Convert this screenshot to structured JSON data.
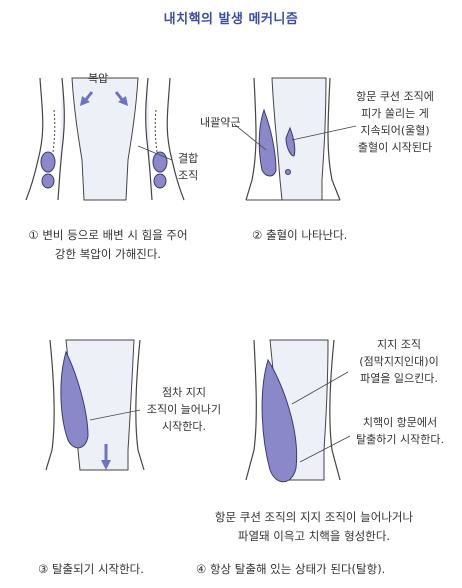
{
  "title": "내치핵의 발생 메커니즘",
  "colors": {
    "title": "#3a4fa8",
    "tissue": "#8a88c8",
    "tissue_stroke": "#3c3a70",
    "wall_fill": "#eef0f8",
    "line": "#444444",
    "arrow": "#6d72c2"
  },
  "panel1": {
    "label_pressure": "복압",
    "label_connective": [
      "결합",
      "조직"
    ],
    "caption": [
      "① 변비 등으로 배변 시 힘을 주어",
      "강한 복압이 가해진다."
    ]
  },
  "panel2": {
    "label_sphincter": "내괄약근",
    "label_bleeding": [
      "항문 쿠션 조직에",
      "피가 쏠리는 게",
      "지속되어(울혈)",
      "출혈이 시작된다"
    ],
    "caption": [
      "② 출혈이 나타난다."
    ]
  },
  "panel3": {
    "label_support": [
      "점차 지지",
      "조직이 늘어나기",
      "시작한다."
    ],
    "caption": [
      "③ 탈출되기 시작한다."
    ]
  },
  "panel4": {
    "label_support_tissue": [
      "지지 조직",
      "(점막지지인대)이",
      "파열을 일으킨다."
    ],
    "label_prolapse": [
      "치핵이 항문에서",
      "탈출하기 시작한다."
    ],
    "caption_main": [
      "항문 쿠션 조직의 지지 조직이 늘어나거나",
      "파열돼 이윽고 치핵을 형성한다."
    ],
    "caption": [
      "④ 항상 탈출해 있는 상태가 된다(탈항)."
    ]
  }
}
